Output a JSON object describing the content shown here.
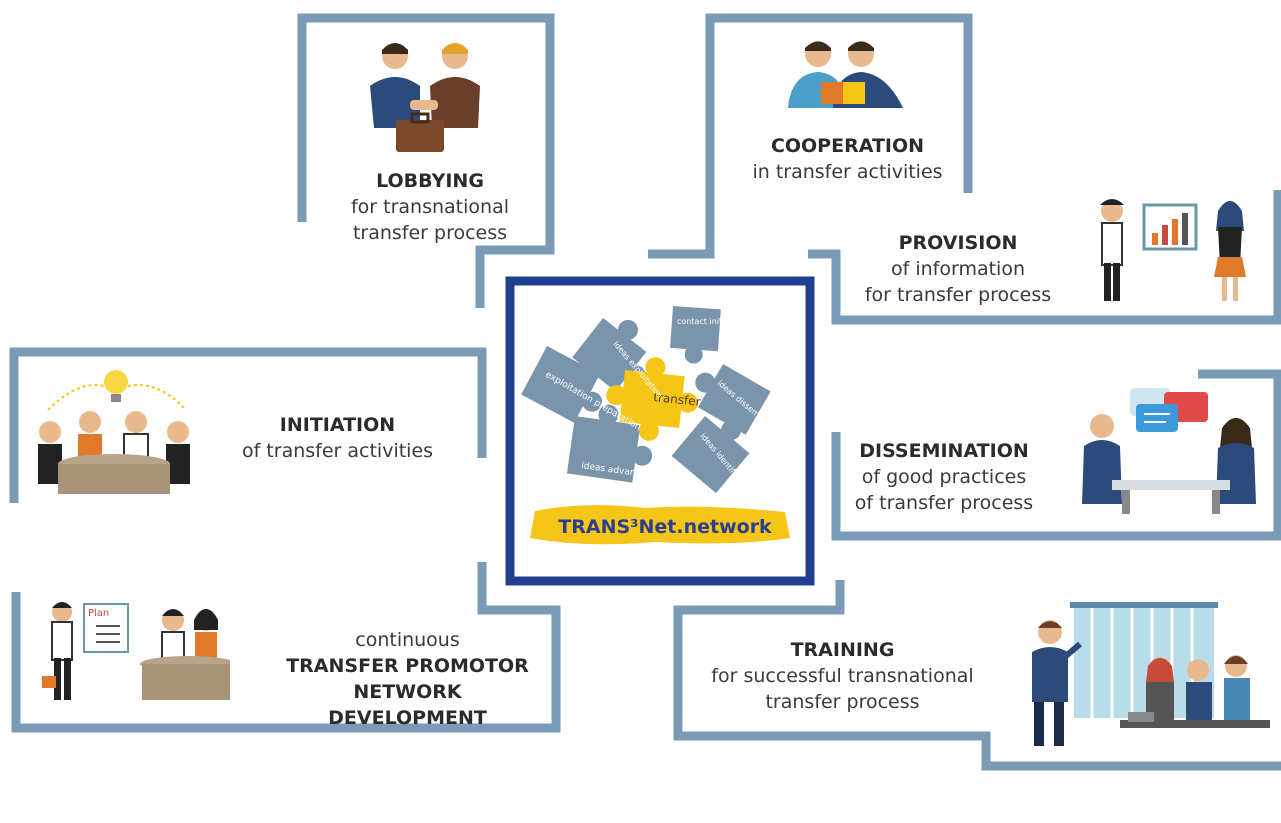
{
  "center": {
    "logo": "TRANS³Net.network",
    "pieces": {
      "transfer": "transfer",
      "contact": "contact initiation",
      "exploitation": "ideas exploitation",
      "preparation": "exploitation preparation",
      "dissemination": "ideas dissemination",
      "advancement": "ideas advancement",
      "identification": "ideas identification"
    }
  },
  "blocks": {
    "lobbying": {
      "title": "LOBBYING",
      "line1": "for transnational",
      "line2": "transfer process"
    },
    "cooperation": {
      "title": "COOPERATION",
      "line1": "in transfer activities"
    },
    "provision": {
      "title": "PROVISION",
      "line1": "of information",
      "line2": "for transfer process"
    },
    "initiation": {
      "title": "INITIATION",
      "line1": "of transfer activities"
    },
    "dissemination": {
      "title": "DISSEMINATION",
      "line1": "of good practices",
      "line2": "of transfer process"
    },
    "promotor": {
      "line0": "continuous",
      "title1": "TRANSFER PROMOTOR",
      "title2": "NETWORK DEVELOPMENT"
    },
    "training": {
      "title": "TRAINING",
      "line1": "for successful transnational",
      "line2": "transfer process"
    }
  },
  "illustration_labels": {
    "plan": "Plan"
  },
  "colors": {
    "frame": "#7a9bb7",
    "center_border": "#213f8f",
    "puzzle": "#7a95ab",
    "accent": "#f5c518"
  }
}
